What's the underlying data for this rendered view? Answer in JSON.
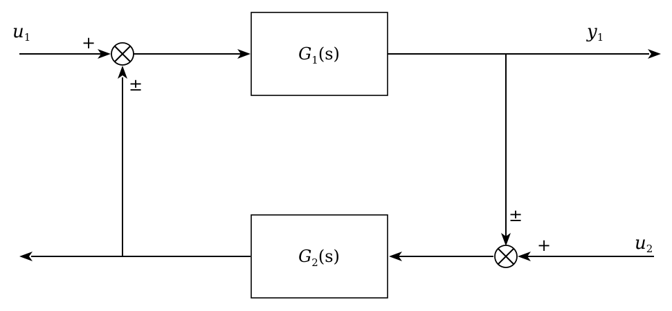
{
  "blocks": {
    "g1": {
      "symbol": "G",
      "sub": "1",
      "arg": "(s)"
    },
    "g2": {
      "symbol": "G",
      "sub": "2",
      "arg": "(s)"
    }
  },
  "signals": {
    "u1": {
      "symbol": "u",
      "sub": "1"
    },
    "y1": {
      "symbol": "y",
      "sub": "1"
    },
    "u2": {
      "symbol": "u",
      "sub": "2"
    }
  },
  "signs": {
    "sum1_input": "+",
    "sum1_feedback": "±",
    "sum2_input": "+",
    "sum2_feedback": "±"
  }
}
